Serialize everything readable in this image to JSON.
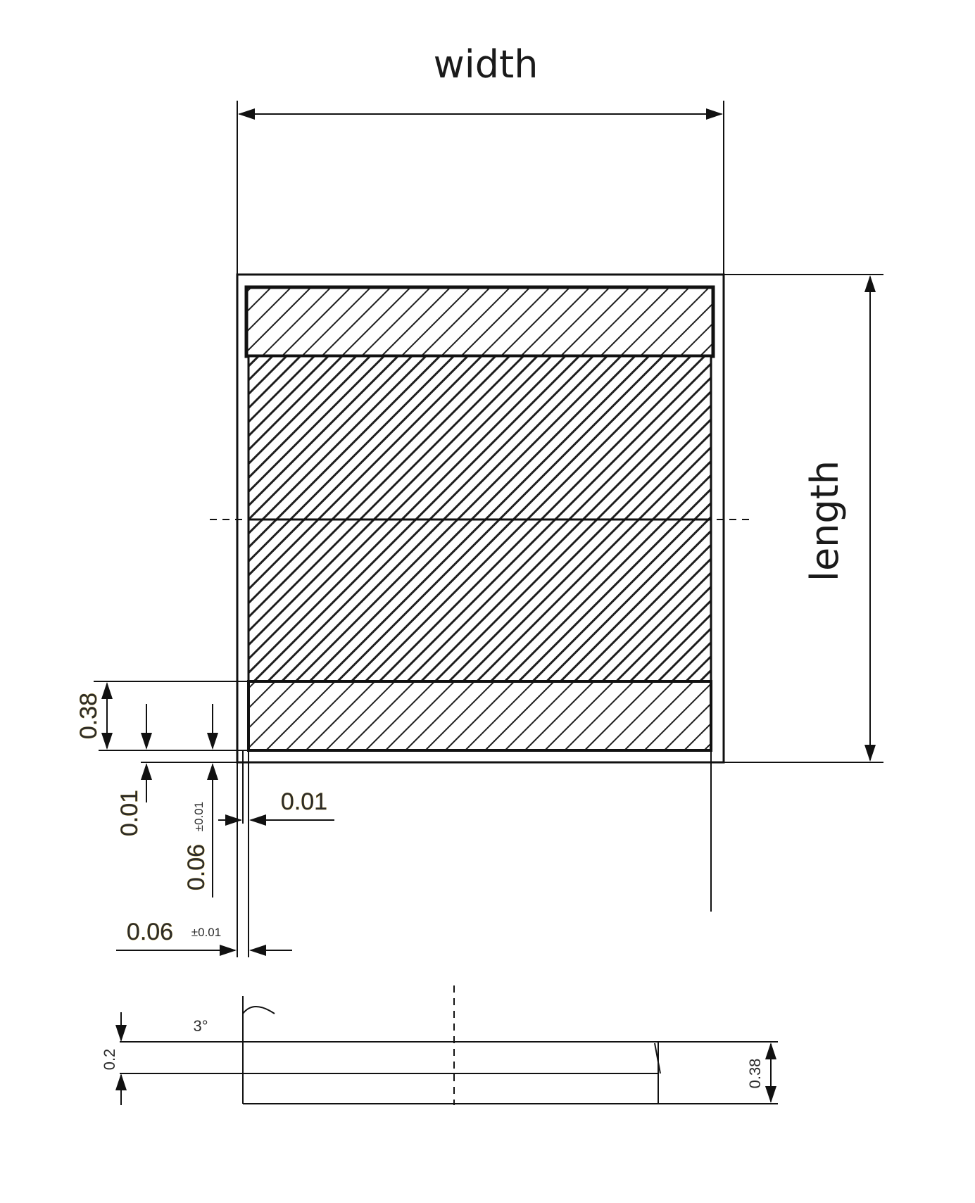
{
  "labels": {
    "width": "width",
    "length": "length",
    "dim_038_left": "0.38",
    "dim_001_vertical": "0.01",
    "dim_006_vertical": "0.06",
    "dim_006_vertical_tol": "±0.01",
    "dim_001_horizontal": "0.01",
    "dim_006_horizontal": "0.06",
    "dim_006_horizontal_tol": "±0.01",
    "angle_3deg": "3°",
    "dim_02_side": "0.2",
    "dim_038_side": "0.38"
  },
  "colors": {
    "line": "#111111",
    "hatch": "#1e1e1e",
    "dim_text": "#2b2b2b",
    "dim_text_outline": "#c9a227"
  }
}
